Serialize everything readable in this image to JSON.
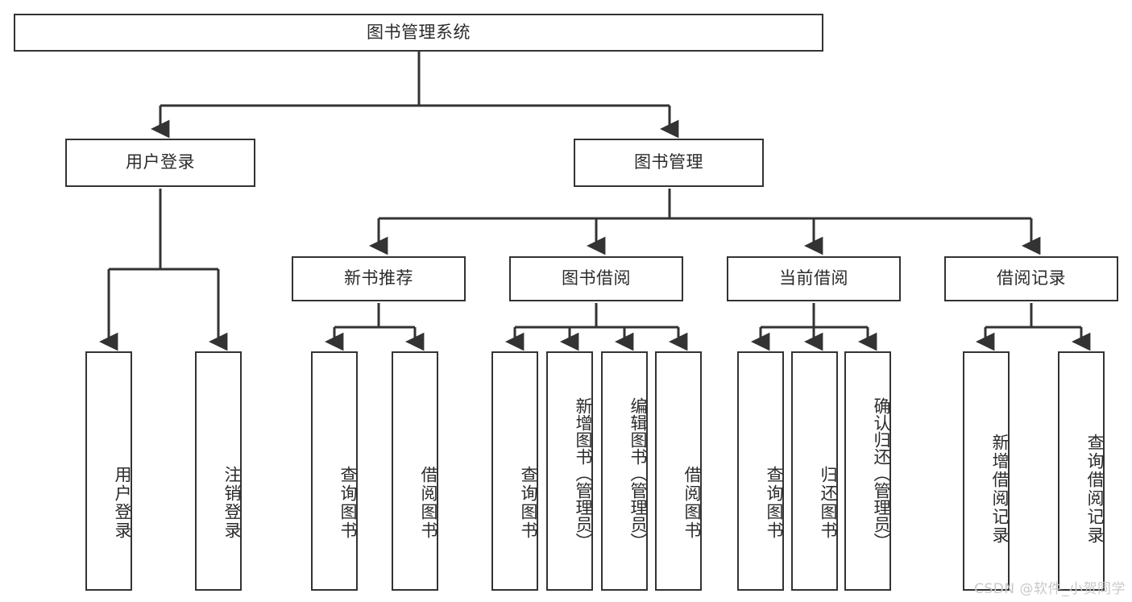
{
  "diagram": {
    "type": "tree-hierarchy",
    "title": "图书管理系统",
    "watermark": "CSDN @软件_小贺同学",
    "colors": {
      "box_border": "#333333",
      "box_fill": "#ffffff",
      "text": "#2b2b2b",
      "connector": "#333333",
      "watermark": "#c9c9c9"
    },
    "nodes": {
      "root": {
        "label": "图书管理系统",
        "level": 1
      },
      "user_login": {
        "label": "用户登录",
        "level": 2
      },
      "book_manage": {
        "label": "图书管理",
        "level": 2
      },
      "new_book_rec": {
        "label": "新书推荐",
        "level": 3
      },
      "book_borrow": {
        "label": "图书借阅",
        "level": 3
      },
      "current_borrow": {
        "label": "当前借阅",
        "level": 3
      },
      "borrow_record": {
        "label": "借阅记录",
        "level": 3
      },
      "leaf_user_login": {
        "label": "用户登录",
        "level": 4
      },
      "leaf_logout": {
        "label": "注销登录",
        "level": 4
      },
      "leaf_query_book_1": {
        "label": "查询图书",
        "level": 4
      },
      "leaf_borrow_book_1": {
        "label": "借阅图书",
        "level": 4
      },
      "leaf_query_book_2": {
        "label": "查询图书",
        "level": 4
      },
      "leaf_add_book": {
        "label": "新增图书（管理员）",
        "level": 4
      },
      "leaf_edit_book": {
        "label": "编辑图书（管理员）",
        "level": 4
      },
      "leaf_borrow_book_2": {
        "label": "借阅图书",
        "level": 4
      },
      "leaf_query_book_3": {
        "label": "查询图书",
        "level": 4
      },
      "leaf_return_book": {
        "label": "归还图书",
        "level": 4
      },
      "leaf_confirm_return": {
        "label": "确认归还（管理员）",
        "level": 4
      },
      "leaf_add_record": {
        "label": "新增借阅记录",
        "level": 4
      },
      "leaf_query_record": {
        "label": "查询借阅记录",
        "level": 4
      }
    },
    "edges": [
      {
        "from": "root",
        "to": "user_login"
      },
      {
        "from": "root",
        "to": "book_manage"
      },
      {
        "from": "book_manage",
        "to": "new_book_rec"
      },
      {
        "from": "book_manage",
        "to": "book_borrow"
      },
      {
        "from": "book_manage",
        "to": "current_borrow"
      },
      {
        "from": "book_manage",
        "to": "borrow_record"
      },
      {
        "from": "user_login",
        "to": "leaf_user_login"
      },
      {
        "from": "user_login",
        "to": "leaf_logout"
      },
      {
        "from": "new_book_rec",
        "to": "leaf_query_book_1"
      },
      {
        "from": "new_book_rec",
        "to": "leaf_borrow_book_1"
      },
      {
        "from": "book_borrow",
        "to": "leaf_query_book_2"
      },
      {
        "from": "book_borrow",
        "to": "leaf_add_book"
      },
      {
        "from": "book_borrow",
        "to": "leaf_edit_book"
      },
      {
        "from": "book_borrow",
        "to": "leaf_borrow_book_2"
      },
      {
        "from": "current_borrow",
        "to": "leaf_query_book_3"
      },
      {
        "from": "current_borrow",
        "to": "leaf_return_book"
      },
      {
        "from": "current_borrow",
        "to": "leaf_confirm_return"
      },
      {
        "from": "borrow_record",
        "to": "leaf_add_record"
      },
      {
        "from": "borrow_record",
        "to": "leaf_query_record"
      }
    ]
  }
}
